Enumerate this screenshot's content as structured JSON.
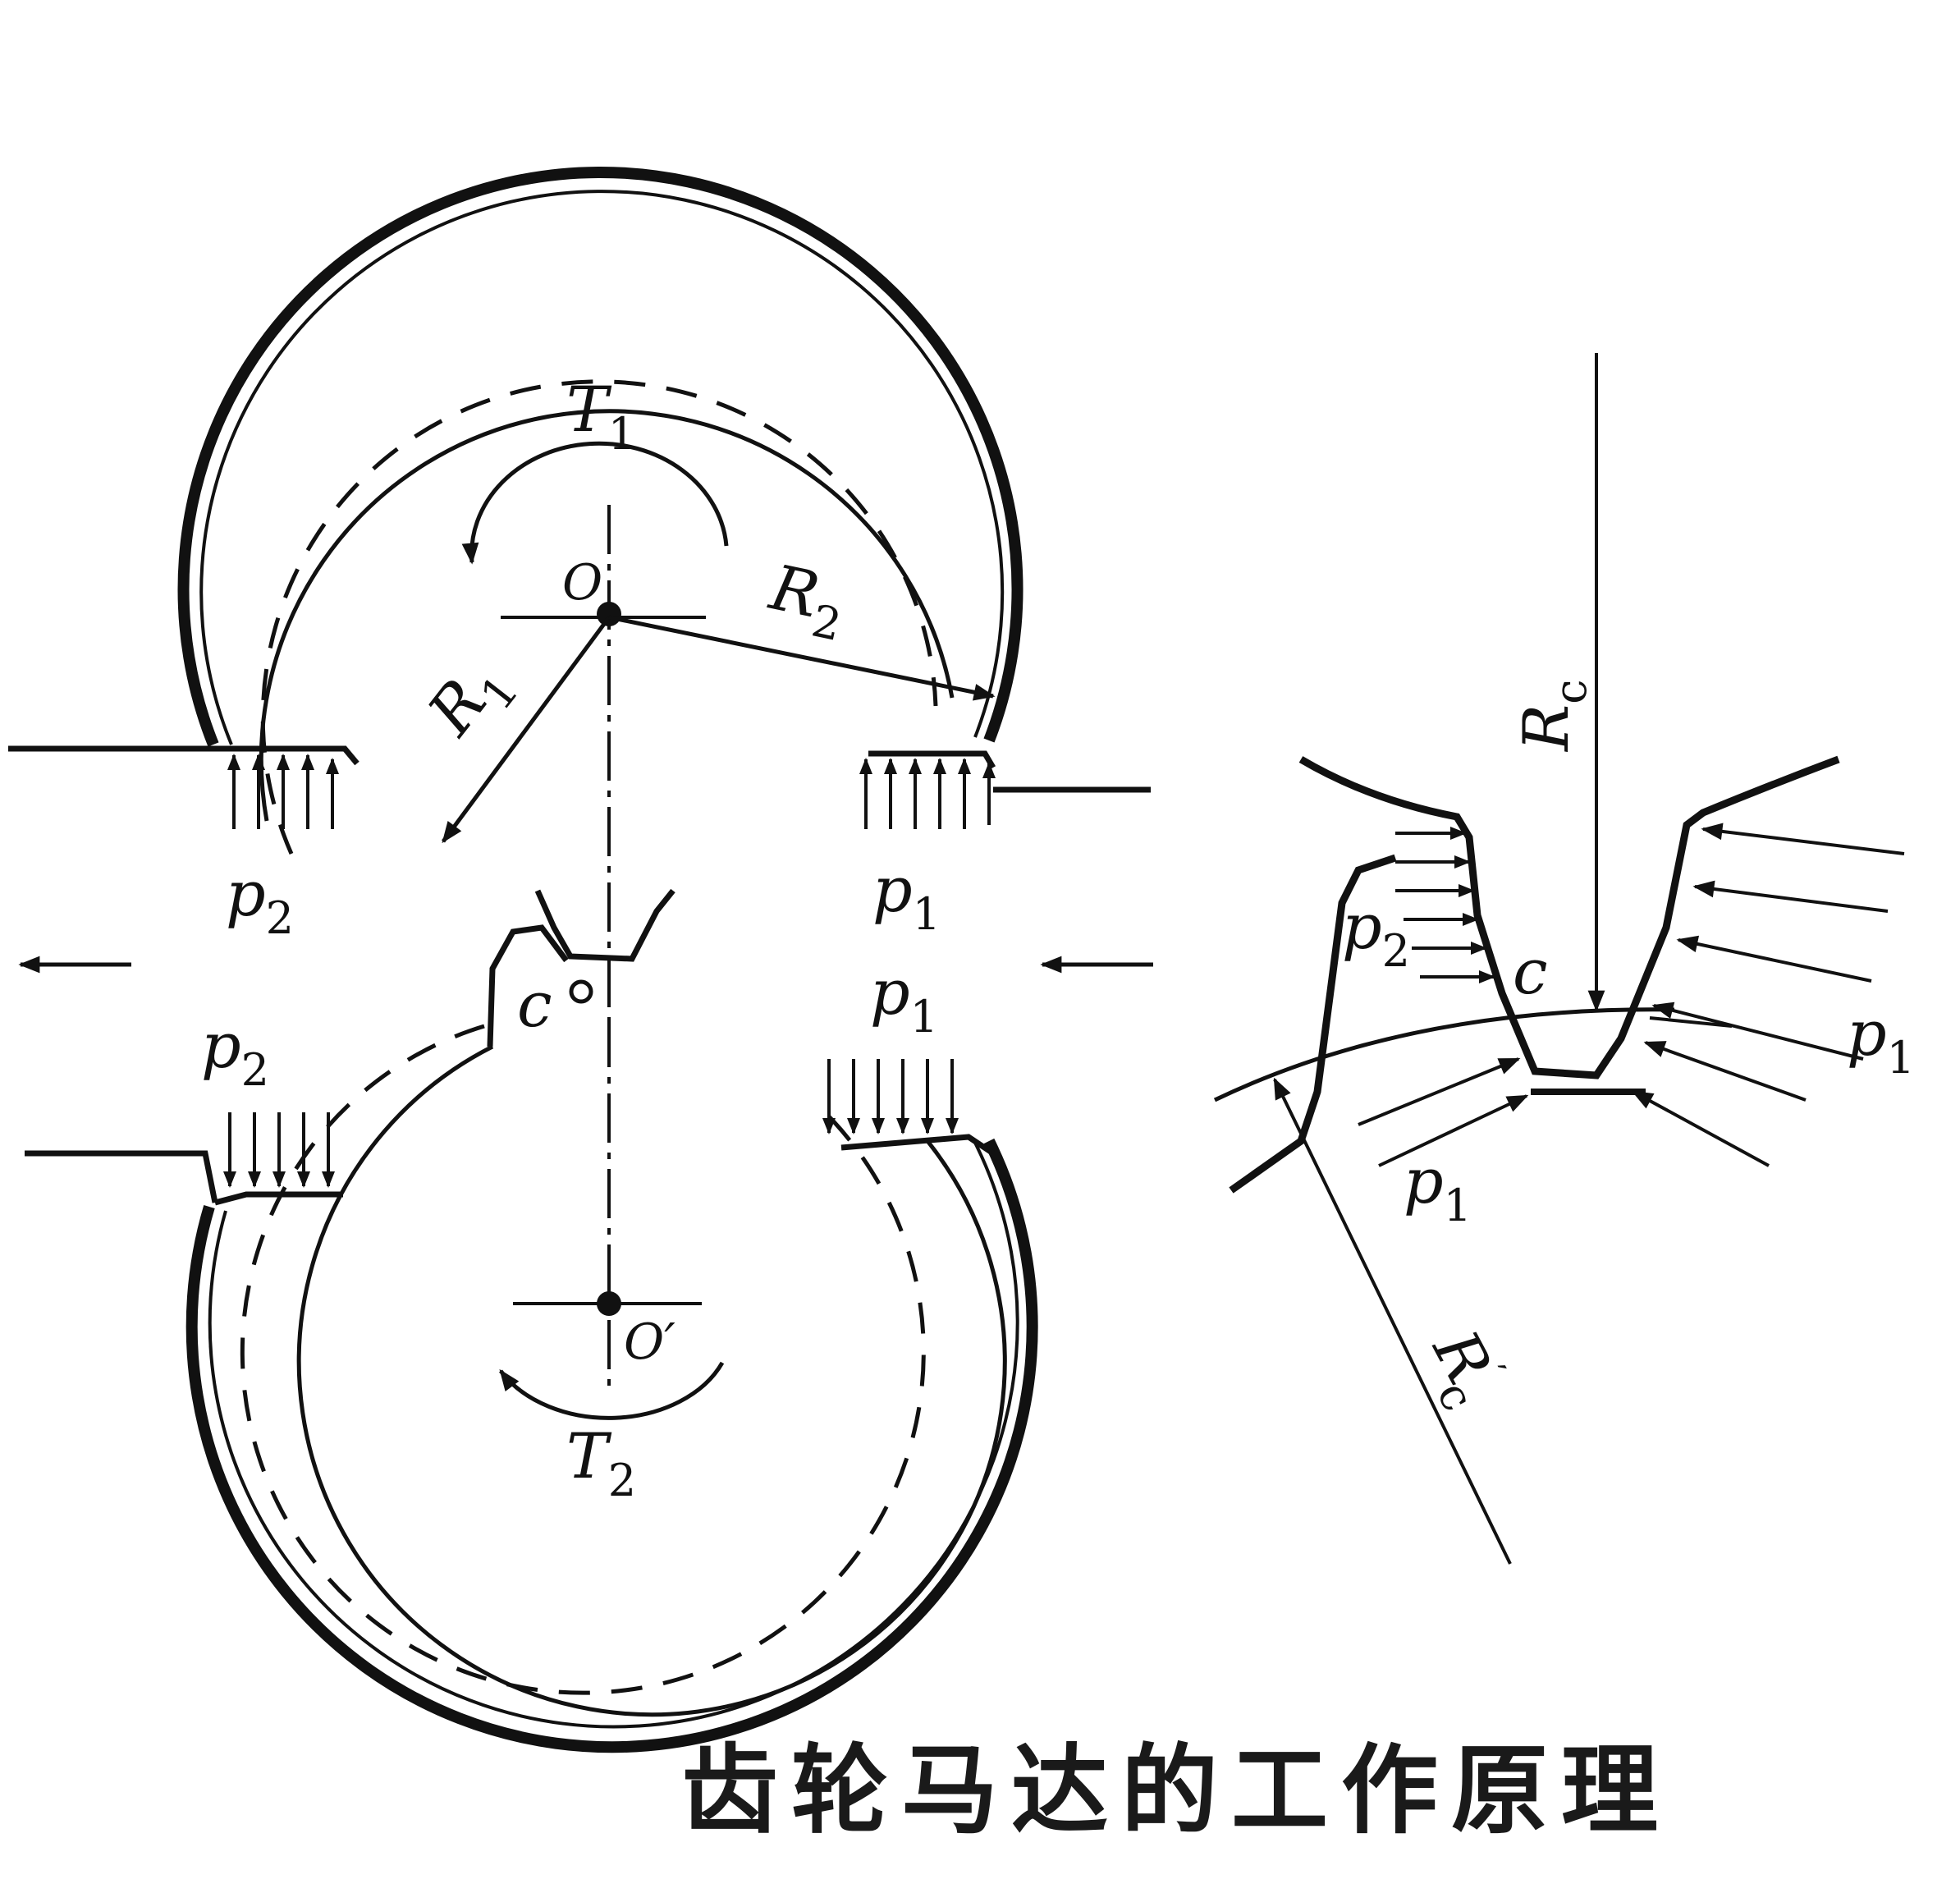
{
  "labels": {
    "T1": {
      "base": "T",
      "sub": "1"
    },
    "T2": {
      "base": "T",
      "sub": "2"
    },
    "O": {
      "text": "O"
    },
    "O_prime": {
      "text": "O′"
    },
    "R1": {
      "base": "R",
      "sub": "1"
    },
    "R2": {
      "base": "R",
      "sub": "2"
    },
    "C_main": {
      "text": "c"
    },
    "C_detail": {
      "text": "c"
    },
    "Rc": {
      "base": "R",
      "sub": "c"
    },
    "Rc_prime": {
      "base": "R",
      "sup": "′",
      "sub": "c"
    },
    "p2_top": {
      "base": "p",
      "sub": "2"
    },
    "p1_top": {
      "base": "p",
      "sub": "1"
    },
    "p2_bottom": {
      "base": "p",
      "sub": "2"
    },
    "p1_mid": {
      "base": "p",
      "sub": "1"
    },
    "p2_detail": {
      "base": "p",
      "sub": "2"
    },
    "p1_detail_right": {
      "base": "p",
      "sub": "1"
    },
    "p1_detail_bottom": {
      "base": "p",
      "sub": "1"
    }
  },
  "caption": "齿轮马达的工作原理",
  "colors": {
    "ink": "#111111",
    "background": "#ffffff"
  }
}
